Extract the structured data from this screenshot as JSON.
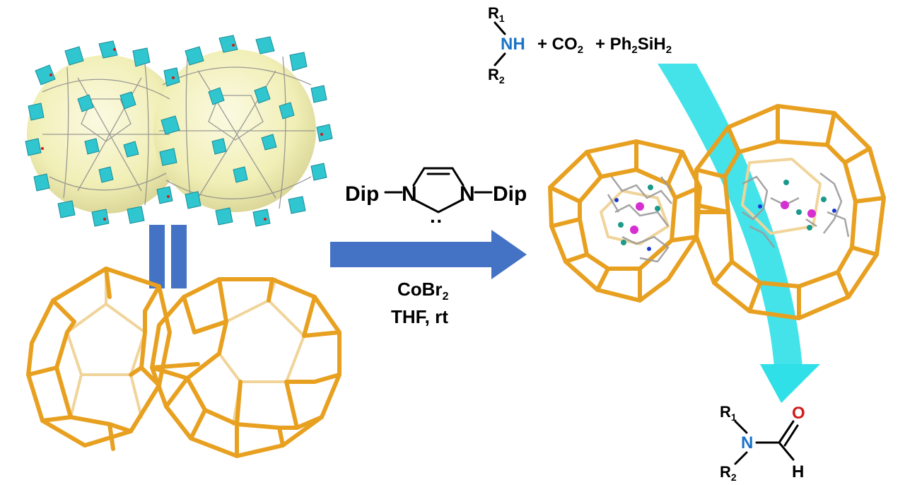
{
  "colors": {
    "framework_orange": "#e8a020",
    "framework_light": "#f0d49a",
    "cluster_cyan": "#2fc6d0",
    "cage_yellow": "#f3f1bd",
    "arrow_blue": "#4472c4",
    "curved_arrow_cyan": "#30e0e8",
    "nitrogen_blue": "#1a73c8",
    "oxygen_red": "#d21a1a",
    "cobalt_magenta": "#d52fd2",
    "bromine_teal": "#1a9a8a"
  },
  "reagents": {
    "amine_r1": "R",
    "amine_r1_sub": "1",
    "amine_nh": "NH",
    "amine_r2": "R",
    "amine_r2_sub": "2",
    "plus1": "+ CO",
    "co2_sub": "2",
    "plus2": "+ Ph",
    "ph2_sub": "2",
    "silane_rest": "SiH",
    "sih2_sub": "2"
  },
  "ligand": {
    "left_sub": "Dip",
    "right_sub": "Dip",
    "n_left": "N",
    "n_right": "N",
    "carbene_dots": "··"
  },
  "conditions": {
    "line1": "CoBr",
    "line1_sub": "2",
    "line2": "THF, rt"
  },
  "product": {
    "r1": "R",
    "r1_sub": "1",
    "r2": "R",
    "r2_sub": "2",
    "n": "N",
    "o": "O",
    "h": "H"
  },
  "icons": {
    "equals": "equals-sign",
    "reaction_arrow": "arrow-right",
    "catalytic_arrow": "curved-arrow"
  }
}
